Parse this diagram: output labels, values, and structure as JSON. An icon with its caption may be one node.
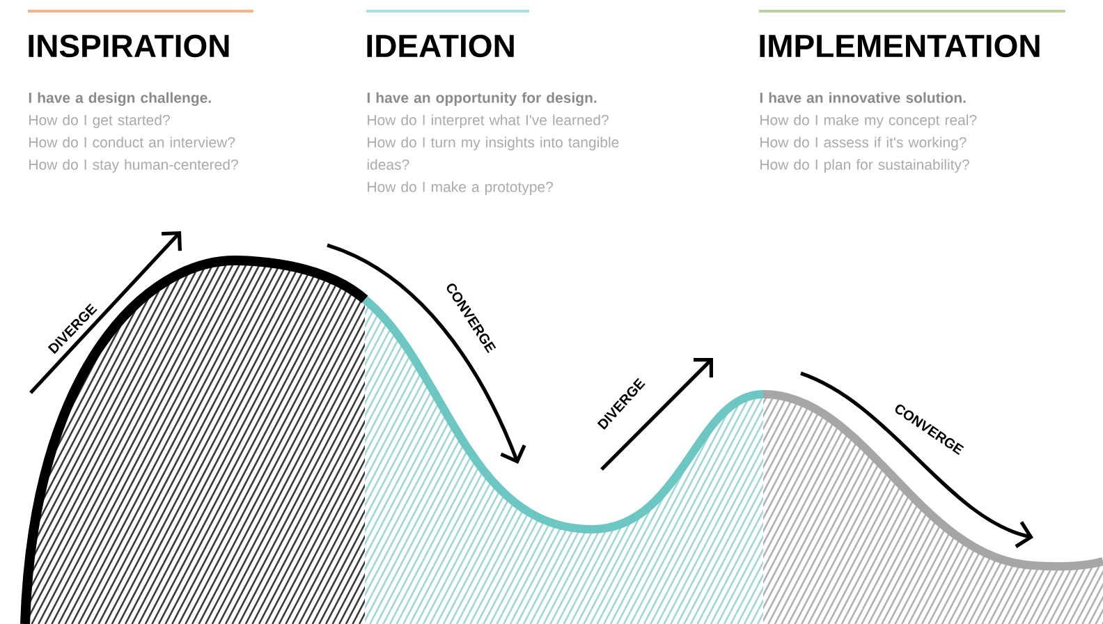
{
  "diagram": {
    "labels": [
      "INSPIRATION",
      "I have a design challenge.",
      "How do I get started?",
      "How do I conduct an interview?",
      "How do I stay human-centered?",
      "IDEATION",
      "I have an opportunity for design.",
      "How do I interpret what I've learned?",
      "How do I turn my insights into tangible ideas?",
      "How do I make a prototype?",
      "IMPLEMENTATION",
      "I have an innovative solution.",
      "How do I make my concept real?",
      "How do I assess if it's working?",
      "How do I plan for sustainability?",
      "DIVERGE",
      "CONVERGE",
      "DIVERGE",
      "CONVERGE"
    ]
  }
}
